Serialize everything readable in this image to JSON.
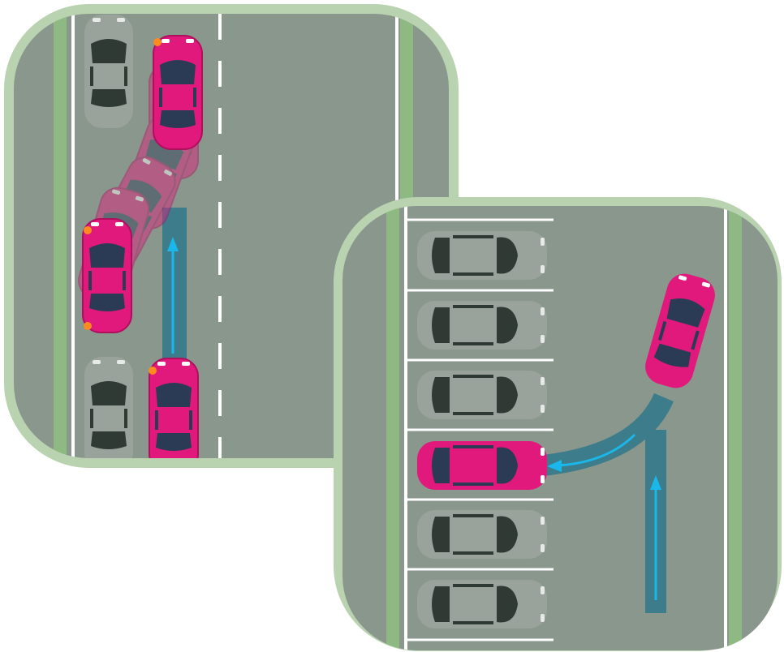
{
  "scene": {
    "description_panels": [
      "parallel-parking",
      "perpendicular-parking"
    ]
  },
  "colors": {
    "frame": "#b9d3b0",
    "asphalt": "#8a978c",
    "grass_strip": "#8fb982",
    "lane_line": "#ffffff",
    "path_band": "#3d7c8a",
    "arrow": "#1ab8ea",
    "car_pink": "#e2197c",
    "car_gray": "#9aa39b",
    "window_pink": "#2b3b55",
    "window_gray": "#2f3a34",
    "indicator": "#ff8a1e"
  },
  "parallel_panel": {
    "maneuver": "parallel-parking",
    "ghost_positions": 4,
    "parked_gray_cars": 2
  },
  "perpendicular_panel": {
    "maneuver": "perpendicular-parking",
    "bays": 6,
    "target_bay": 4
  }
}
